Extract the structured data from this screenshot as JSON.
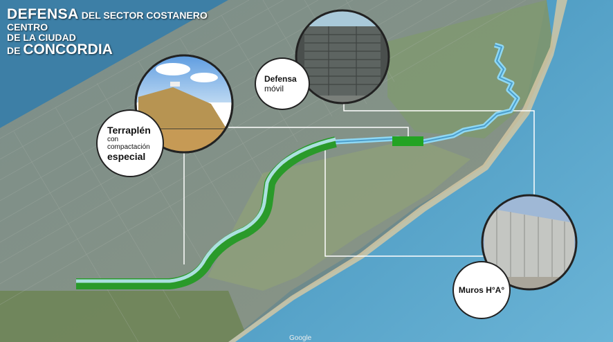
{
  "title": {
    "line1_big": "DEFENSA",
    "line1_small": " DEL SECTOR COSTANERO",
    "line2": "CENTRO",
    "line3": "DE LA CIUDAD",
    "line4_small": "DE ",
    "line4_big": "CONCORDIA"
  },
  "callouts": {
    "terraplen": {
      "line1": "Terraplén",
      "line2": "con",
      "line3": "compactación",
      "line4": "especial"
    },
    "defensa_movil": {
      "line1": "Defensa",
      "line2": "móvil"
    },
    "muros": {
      "label": "Muros H°A°"
    }
  },
  "attribution": "Google",
  "colors": {
    "river": "#4fa0c8",
    "embankment_green": "#2fb02f",
    "wall_blue": "#7fd0f0",
    "title_text": "#ffffff"
  }
}
